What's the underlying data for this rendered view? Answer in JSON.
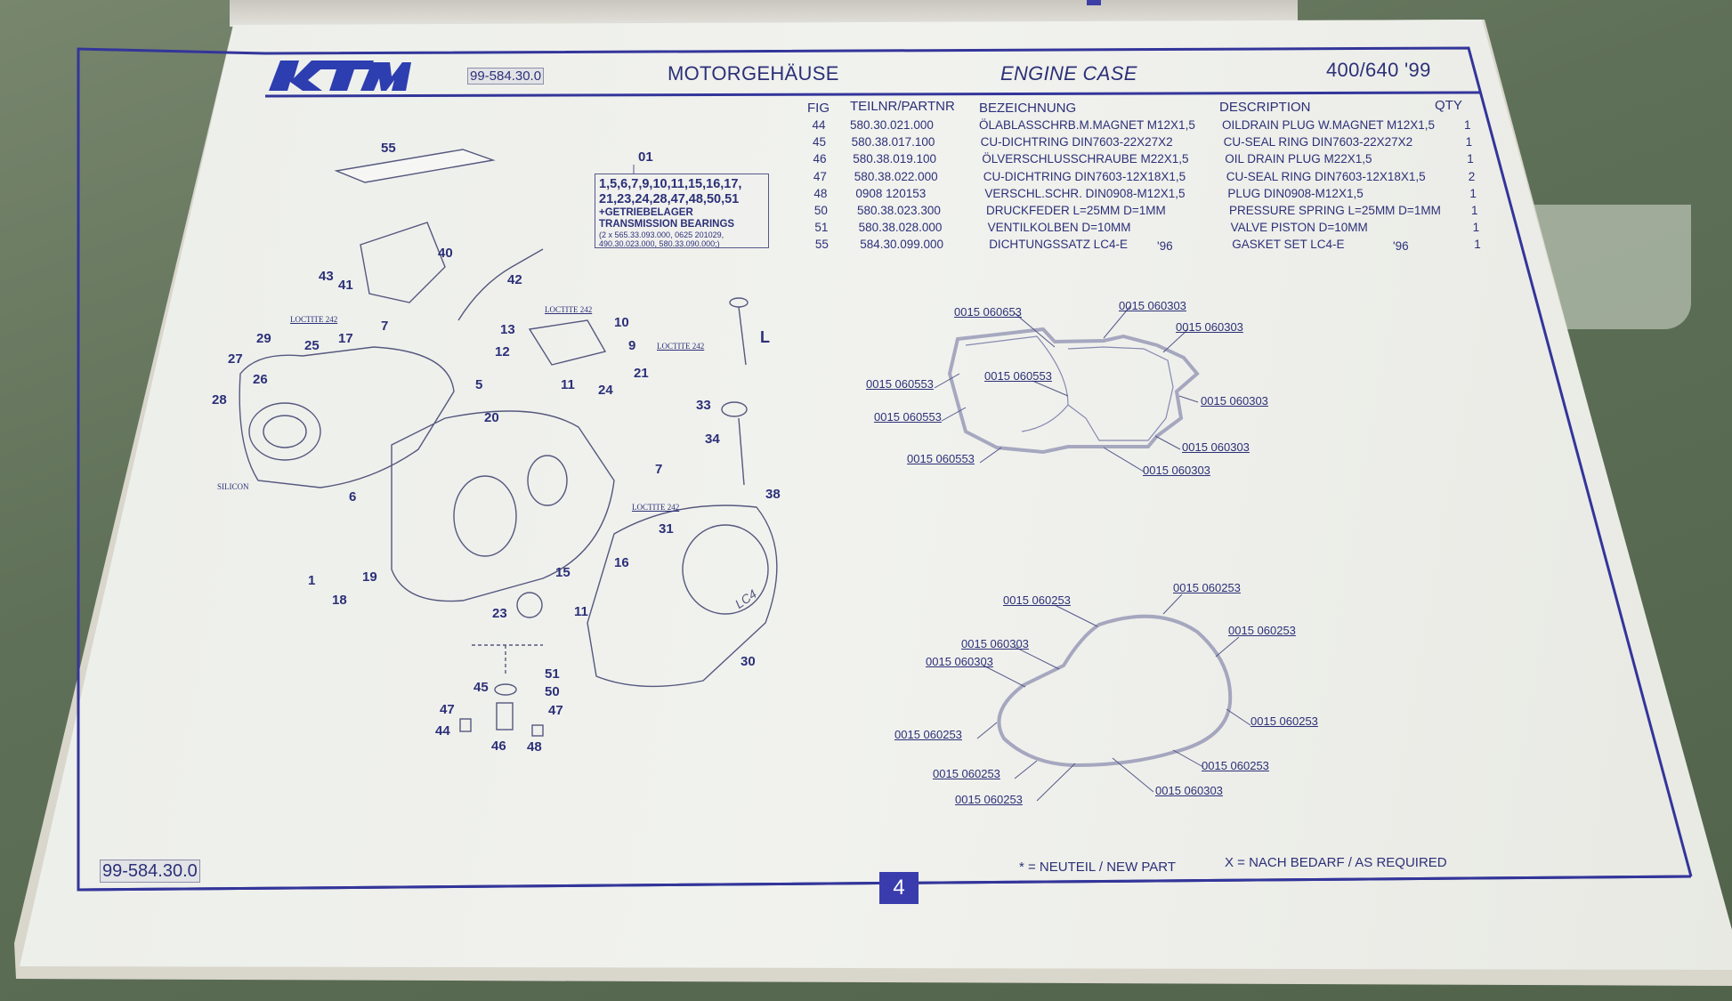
{
  "header": {
    "logo": "KTM",
    "doc_number": "99-584.30.0",
    "title_de": "MOTORGEHÄUSE",
    "title_en": "ENGINE CASE",
    "model": "400/640 '99"
  },
  "parts_table": {
    "columns": {
      "fig": "FIG",
      "partnr": "TEILNR/PARTNR",
      "bez": "BEZEICHNUNG",
      "desc": "DESCRIPTION",
      "qty": "QTY"
    },
    "rows": [
      {
        "fig": "44",
        "partnr": "580.30.021.000",
        "bez": "ÖLABLASSCHRB.M.MAGNET M12X1,5",
        "bez_year": "",
        "desc": "OILDRAIN PLUG W.MAGNET M12X1,5",
        "desc_year": "",
        "qty": "1"
      },
      {
        "fig": "45",
        "partnr": "580.38.017.100",
        "bez": "CU-DICHTRING DIN7603-22X27X2",
        "bez_year": "",
        "desc": "CU-SEAL RING DIN7603-22X27X2",
        "desc_year": "",
        "qty": "1"
      },
      {
        "fig": "46",
        "partnr": "580.38.019.100",
        "bez": "ÖLVERSCHLUSSCHRAUBE M22X1,5",
        "bez_year": "",
        "desc": "OIL DRAIN PLUG M22X1,5",
        "desc_year": "",
        "qty": "1"
      },
      {
        "fig": "47",
        "partnr": "580.38.022.000",
        "bez": "CU-DICHTRING DIN7603-12X18X1,5",
        "bez_year": "",
        "desc": "CU-SEAL RING DIN7603-12X18X1,5",
        "desc_year": "",
        "qty": "2"
      },
      {
        "fig": "48",
        "partnr": "0908 120153",
        "bez": "VERSCHL.SCHR. DIN0908-M12X1,5",
        "bez_year": "",
        "desc": "PLUG DIN0908-M12X1,5",
        "desc_year": "",
        "qty": "1"
      },
      {
        "fig": "50",
        "partnr": "580.38.023.300",
        "bez": "DRUCKFEDER L=25MM D=1MM",
        "bez_year": "",
        "desc": "PRESSURE SPRING L=25MM D=1MM",
        "desc_year": "",
        "qty": "1"
      },
      {
        "fig": "51",
        "partnr": "580.38.028.000",
        "bez": "VENTILKOLBEN D=10MM",
        "bez_year": "",
        "desc": "VALVE PISTON D=10MM",
        "desc_year": "",
        "qty": "1"
      },
      {
        "fig": "55",
        "partnr": "584.30.099.000",
        "bez": "DICHTUNGSSATZ LC4-E",
        "bez_year": "'96",
        "desc": "GASKET SET LC4-E",
        "desc_year": "'96",
        "qty": "1"
      }
    ]
  },
  "kit_box": {
    "number": "01",
    "line1": "1,5,6,7,9,10,11,15,16,17,",
    "line2": "21,23,24,28,47,48,50,51",
    "line3": "+GETRIEBELAGER",
    "line4": "TRANSMISSION BEARINGS",
    "line5": "(2 x 565.33.093.000, 0625 201029,",
    "line6": "490.30.023.000, 580.33.090.000;)"
  },
  "diagram": {
    "callouts": [
      "55",
      "40",
      "42",
      "43",
      "41",
      "13",
      "10",
      "12",
      "9",
      "21",
      "11",
      "24",
      "29",
      "25",
      "17",
      "7",
      "27",
      "26",
      "28",
      "5",
      "20",
      "33",
      "34",
      "L",
      "7",
      "38",
      "6",
      "31",
      "16",
      "15",
      "1",
      "19",
      "18",
      "23",
      "11",
      "30",
      "51",
      "50",
      "45",
      "47",
      "47",
      "44",
      "46",
      "48"
    ],
    "loctite": [
      "LOCTITE 242",
      "LOCTITE 242",
      "LOCTITE 242",
      "LOCTITE 242"
    ],
    "silicon": "SILICON",
    "cover_mark": "LC4"
  },
  "gasket_1_labels": [
    "0015 060653",
    "0015 060303",
    "0015 060303",
    "0015 060553",
    "0015 060553",
    "0015 060303",
    "0015 060553",
    "0015 060553",
    "0015 060303",
    "0015 060303"
  ],
  "gasket_2_labels": [
    "0015 060253",
    "0015 060253",
    "0015 060253",
    "0015 060303",
    "0015 060303",
    "0015 060253",
    "0015 060253",
    "0015 060253",
    "0015 060253",
    "0015 060253",
    "0015 060303"
  ],
  "footer": {
    "doc_number": "99-584.30.0",
    "page_number": "4",
    "legend_new": "* = NEUTEIL / NEW PART",
    "legend_required": "X = NACH BEDARF / AS REQUIRED"
  },
  "colors": {
    "ink": "#2c3078",
    "frame": "#33359a",
    "page_badge": "#3a3cae"
  }
}
